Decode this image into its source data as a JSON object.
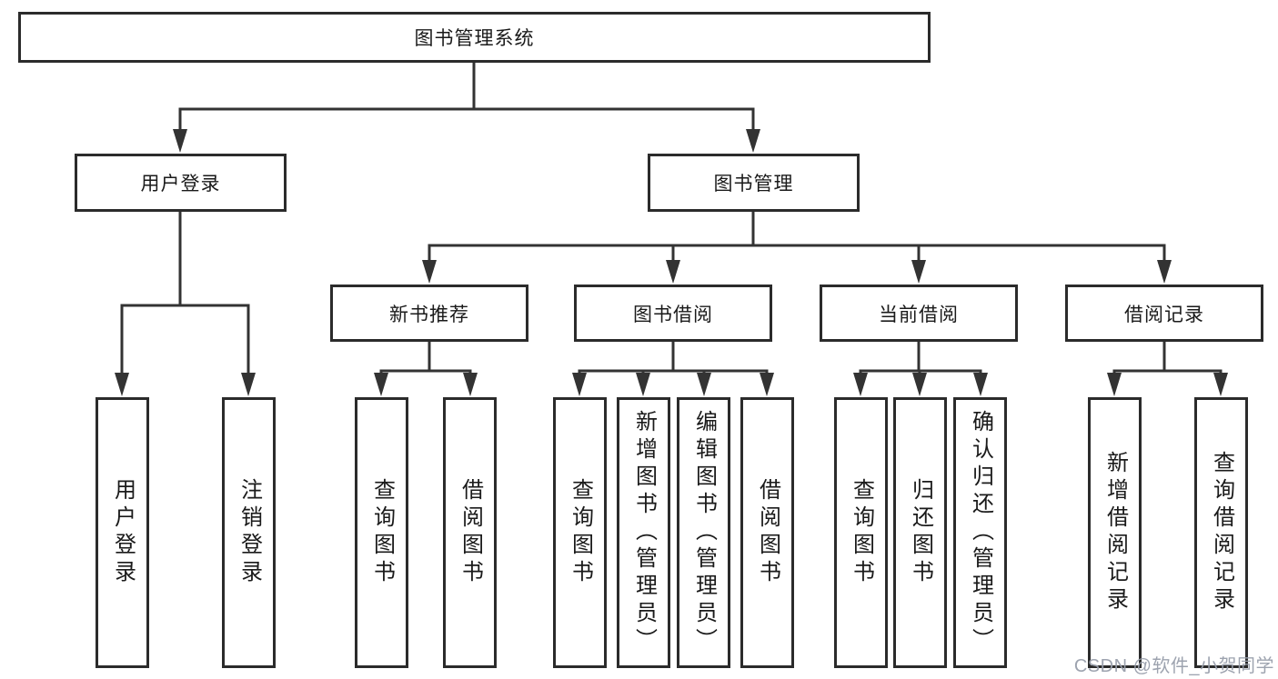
{
  "diagram": {
    "root": {
      "label": "图书管理系统"
    },
    "level2": [
      {
        "label": "用户登录"
      },
      {
        "label": "图书管理"
      }
    ],
    "level3": [
      {
        "label": "新书推荐"
      },
      {
        "label": "图书借阅"
      },
      {
        "label": "当前借阅"
      },
      {
        "label": "借阅记录"
      }
    ],
    "leaves": {
      "user_login": [
        {
          "label": "用户登录"
        },
        {
          "label": "注销登录"
        }
      ],
      "new_book": [
        {
          "label": "查询图书"
        },
        {
          "label": "借阅图书"
        }
      ],
      "book_borrow": [
        {
          "label": "查询图书"
        },
        {
          "label": "新增图书（管理员）"
        },
        {
          "label": "编辑图书（管理员）"
        },
        {
          "label": "借阅图书"
        }
      ],
      "current_borrow": [
        {
          "label": "查询图书"
        },
        {
          "label": "归还图书"
        },
        {
          "label": "确认归还（管理员）"
        }
      ],
      "records": [
        {
          "label": "新增借阅记录"
        },
        {
          "label": "查询借阅记录"
        }
      ]
    },
    "watermark": "CSDN @软件_小贺同学",
    "colors": {
      "line": "#333333",
      "box_border": "#2b2b2b",
      "text": "#1a1a1a",
      "watermark": "#989eab",
      "background": "#ffffff"
    }
  }
}
